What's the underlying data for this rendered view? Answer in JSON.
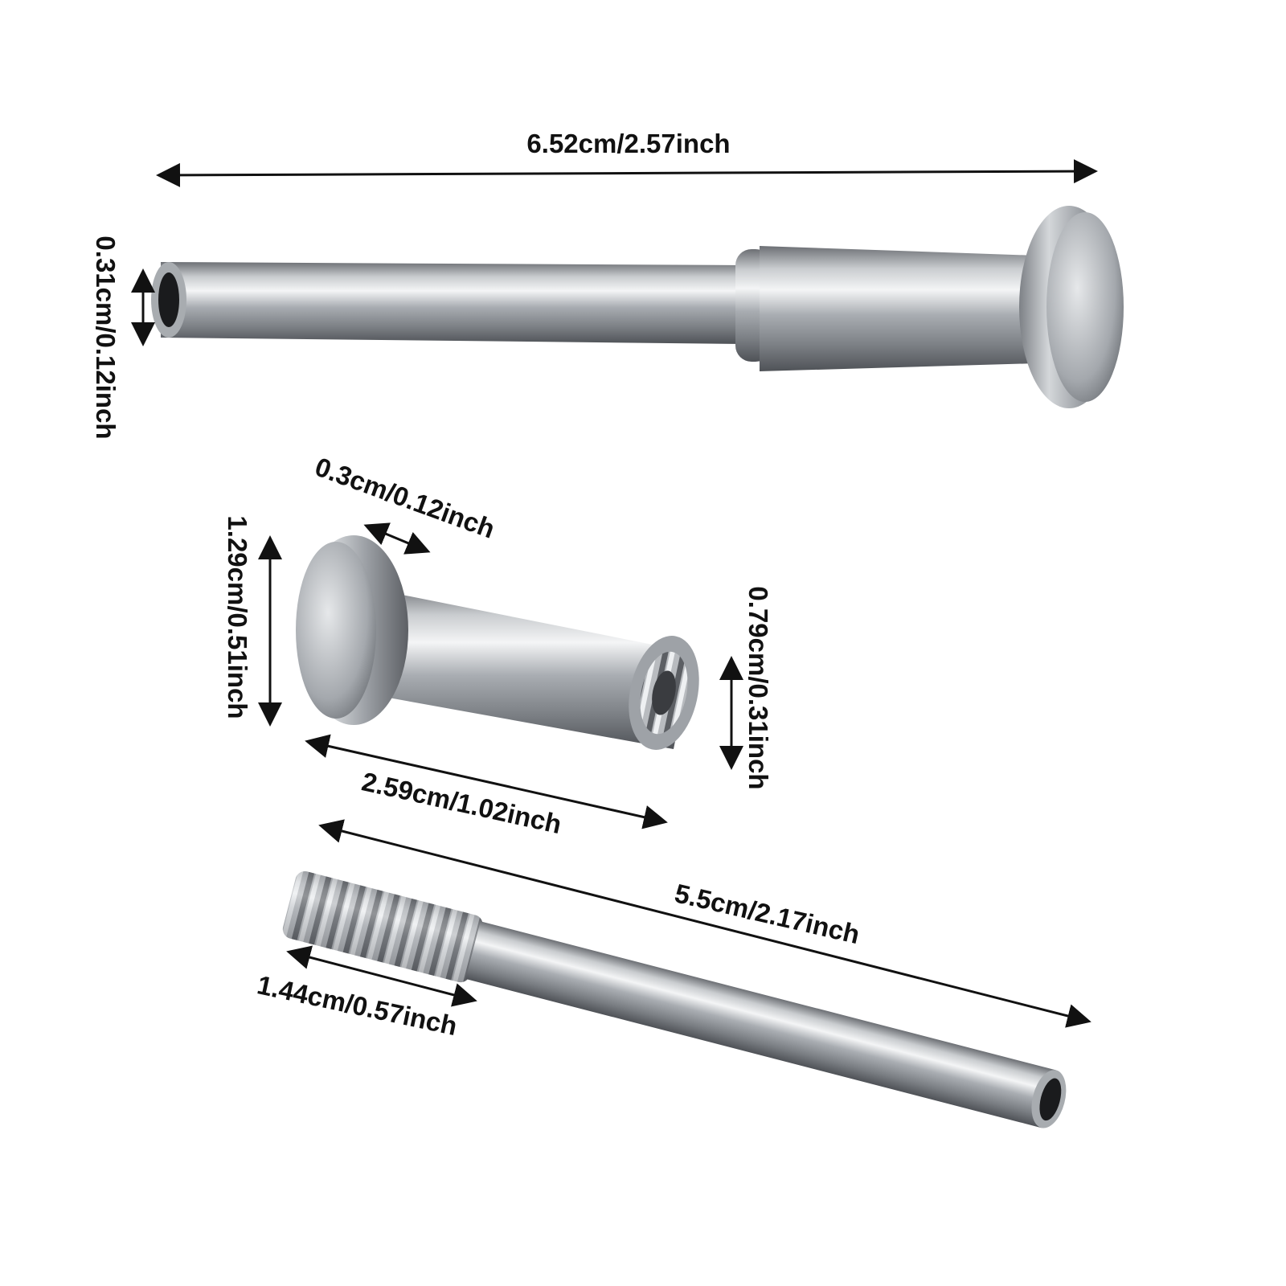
{
  "colors": {
    "background": "#ffffff",
    "arrow": "#111111",
    "metal_dark": "#5a5d62",
    "metal_mid": "#9fa3a8",
    "metal_light": "#eef0f2"
  },
  "parts": {
    "long_swage_tube": {
      "length_label": "6.52cm/2.57inch",
      "hole_diameter_label": "0.31cm/0.12inch"
    },
    "threaded_receiver": {
      "flange_thickness_label": "0.3cm/0.12inch",
      "flange_diameter_label": "1.29cm/0.51inch",
      "body_diameter_label": "0.79cm/0.31inch",
      "length_label": "2.59cm/1.02inch"
    },
    "threaded_stud": {
      "length_label": "5.5cm/2.17inch",
      "thread_length_label": "1.44cm/0.57inch"
    }
  }
}
